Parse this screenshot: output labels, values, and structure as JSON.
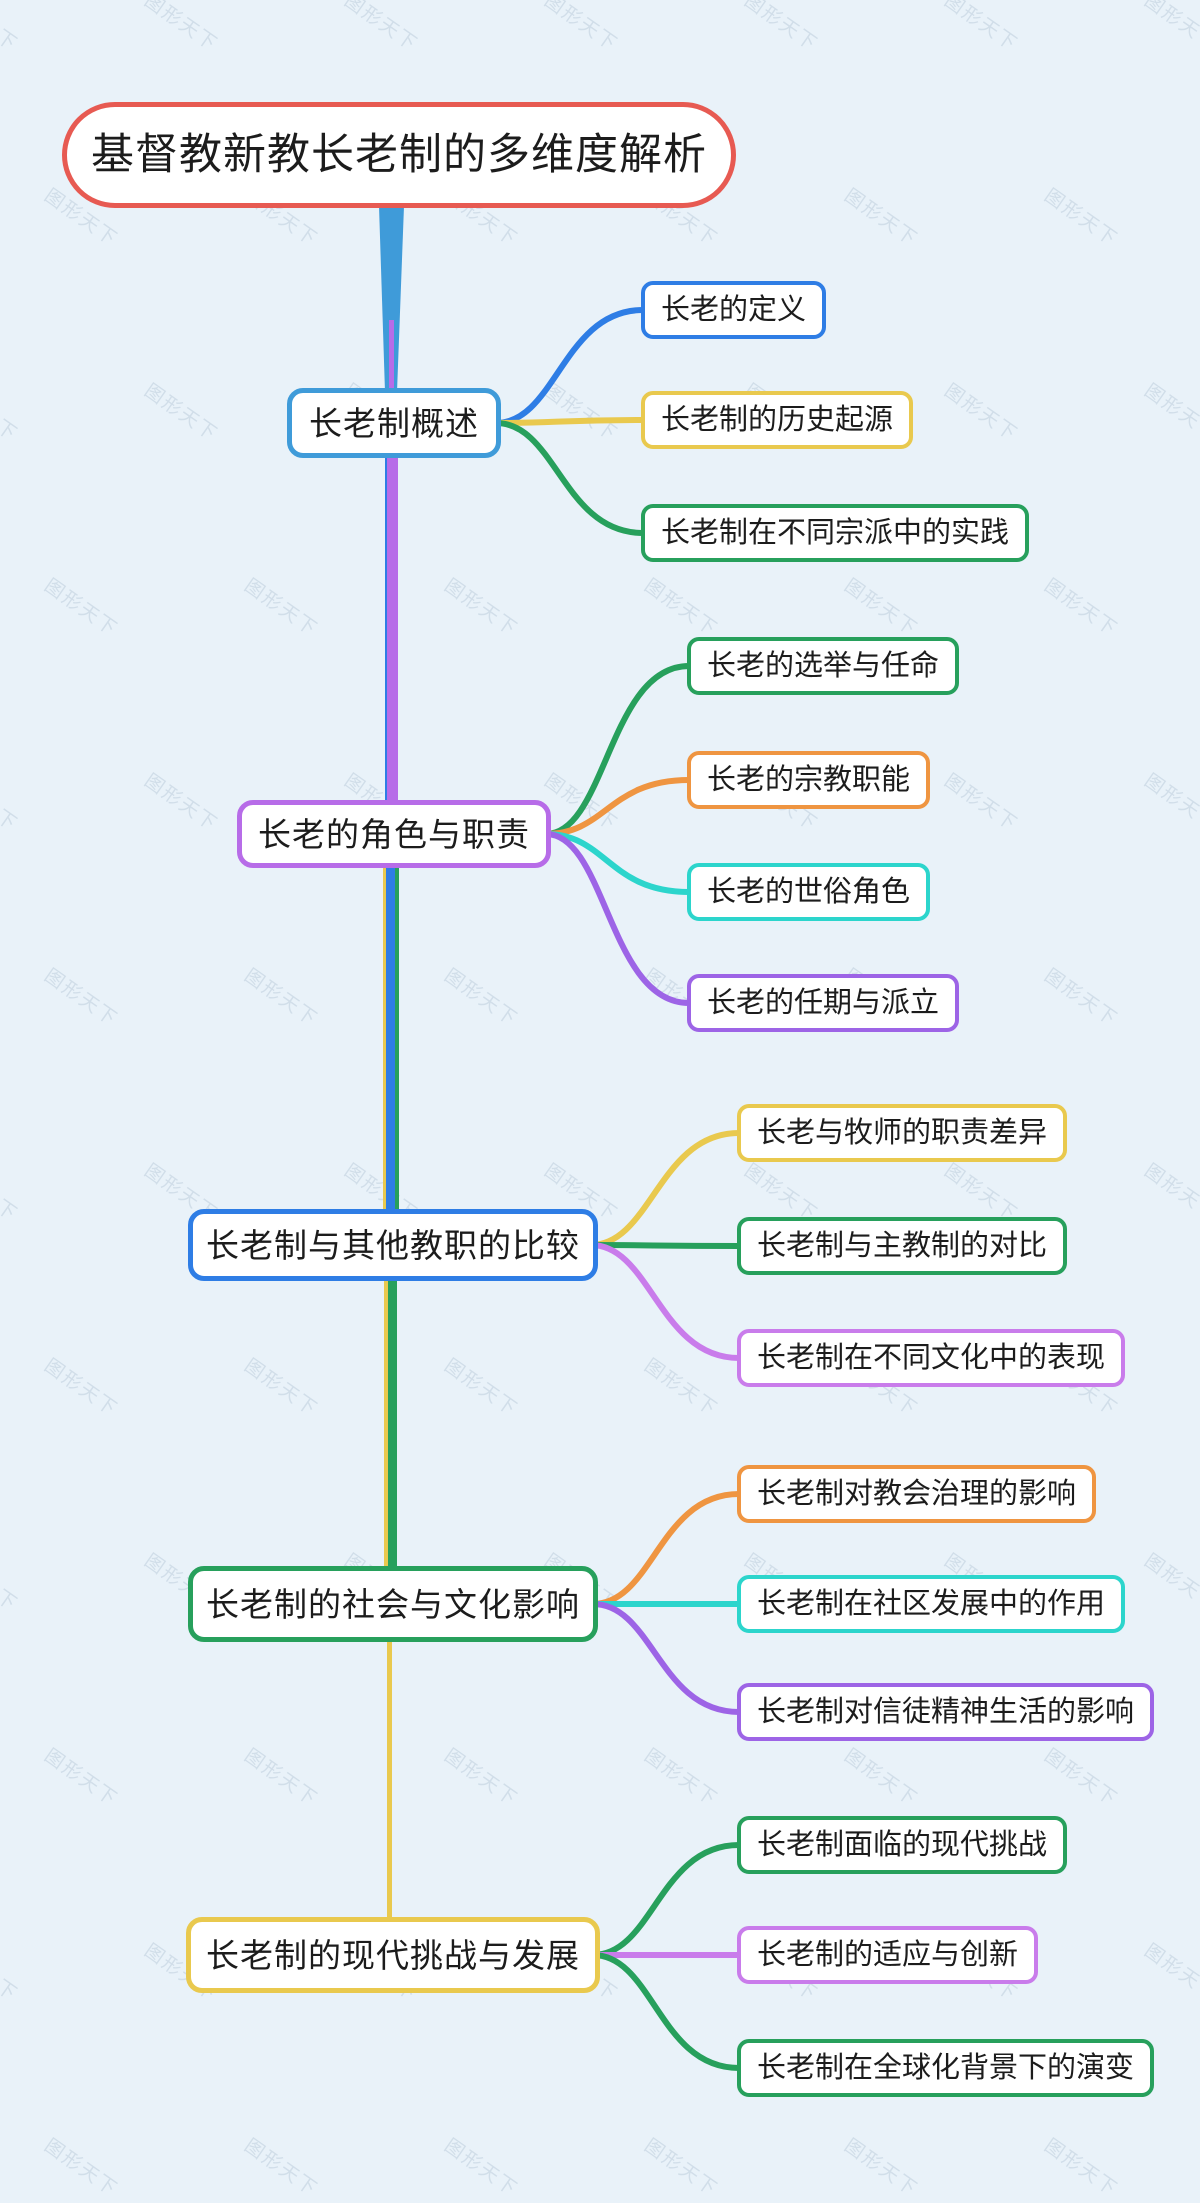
{
  "page": {
    "background_color": "#e9f2f9",
    "watermark_text": "图形天下"
  },
  "root": {
    "label": "基督教新教长老制的多维度解析",
    "border_color": "#e75a52"
  },
  "branches": [
    {
      "label": "长老制概述",
      "color": "#3f9bd9",
      "children": [
        {
          "label": "长老的定义",
          "color": "#2e7de5"
        },
        {
          "label": "长老制的历史起源",
          "color": "#e9c94e"
        },
        {
          "label": "长老制在不同宗派中的实践",
          "color": "#27a05c"
        }
      ]
    },
    {
      "label": "长老的角色与职责",
      "color": "#b76ce8",
      "children": [
        {
          "label": "长老的选举与任命",
          "color": "#27a05c"
        },
        {
          "label": "长老的宗教职能",
          "color": "#ef9541"
        },
        {
          "label": "长老的世俗角色",
          "color": "#2cd5cc"
        },
        {
          "label": "长老的任期与派立",
          "color": "#9d64e6"
        }
      ]
    },
    {
      "label": "长老制与其他教职的比较",
      "color": "#2e7de5",
      "children": [
        {
          "label": "长老与牧师的职责差异",
          "color": "#e9c94e"
        },
        {
          "label": "长老制与主教制的对比",
          "color": "#27a05c"
        },
        {
          "label": "长老制在不同文化中的表现",
          "color": "#c97ceb"
        }
      ]
    },
    {
      "label": "长老制的社会与文化影响",
      "color": "#27a05c",
      "children": [
        {
          "label": "长老制对教会治理的影响",
          "color": "#ef9541"
        },
        {
          "label": "长老制在社区发展中的作用",
          "color": "#2cd5cc"
        },
        {
          "label": "长老制对信徒精神生活的影响",
          "color": "#9d64e6"
        }
      ]
    },
    {
      "label": "长老制的现代挑战与发展",
      "color": "#e9c94e",
      "children": [
        {
          "label": "长老制面临的现代挑战",
          "color": "#27a05c"
        },
        {
          "label": "长老制的适应与创新",
          "color": "#c97ceb"
        },
        {
          "label": "长老制在全球化背景下的演变",
          "color": "#27a05c"
        }
      ]
    }
  ]
}
